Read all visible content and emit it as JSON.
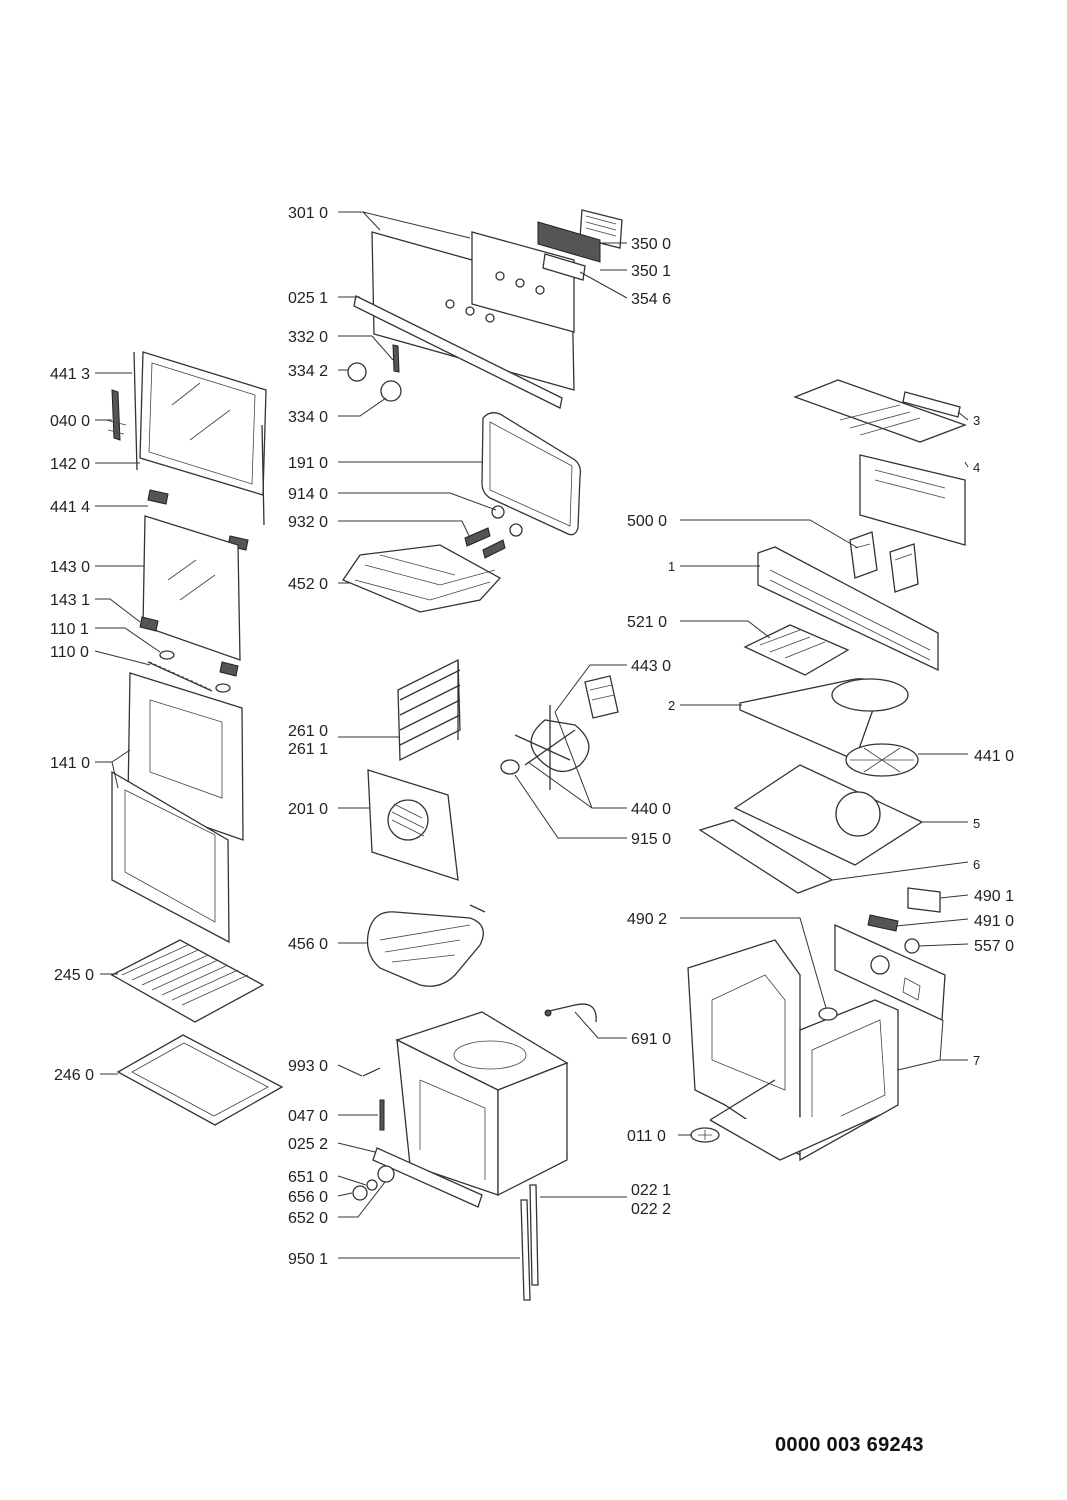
{
  "document_number": "0000 003 69243",
  "labels": {
    "l301_0": "301 0",
    "l025_1": "025 1",
    "l332_0": "332 0",
    "l334_2": "334 2",
    "l334_0": "334 0",
    "l350_0": "350 0",
    "l350_1": "350 1",
    "l354_6": "354 6",
    "l441_3": "441 3",
    "l040_0": "040 0",
    "l142_0": "142 0",
    "l441_4": "441 4",
    "l143_0": "143 0",
    "l143_1": "143 1",
    "l110_1": "110 1",
    "l110_0": "110 0",
    "l141_0": "141 0",
    "l245_0": "245 0",
    "l246_0": "246 0",
    "l191_0": "191 0",
    "l914_0": "914 0",
    "l932_0": "932 0",
    "l452_0": "452 0",
    "l261_0": "261 0",
    "l261_1": "261 1",
    "l201_0": "201 0",
    "l456_0": "456 0",
    "l993_0": "993 0",
    "l047_0": "047 0",
    "l025_2": "025 2",
    "l651_0": "651 0",
    "l656_0": "656 0",
    "l652_0": "652 0",
    "l950_1": "950 1",
    "l443_0": "443 0",
    "l440_0": "440 0",
    "l915_0": "915 0",
    "l691_0": "691 0",
    "l022_1": "022 1",
    "l022_2": "022 2",
    "l500_0": "500 0",
    "l521_0": "521 0",
    "l441_0": "441 0",
    "l490_1": "490 1",
    "l491_0": "491 0",
    "l557_0": "557 0",
    "l490_2": "490 2",
    "l011_0": "011 0",
    "n1": "1",
    "n2": "2",
    "n3": "3",
    "n4": "4",
    "n5": "5",
    "n6": "6",
    "n7": "7"
  }
}
